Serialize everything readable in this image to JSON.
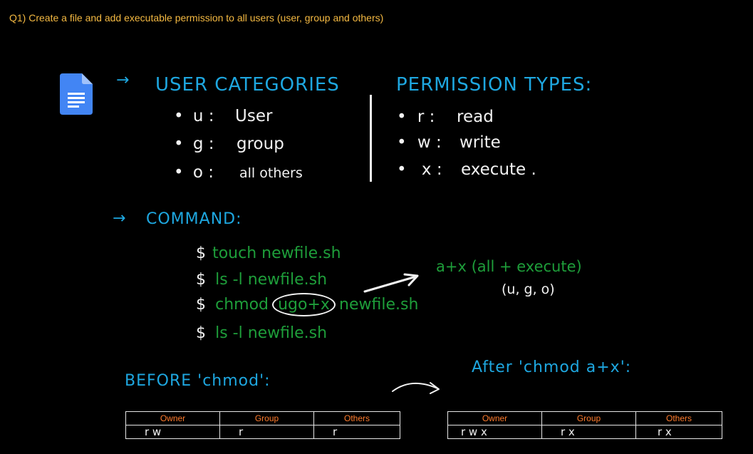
{
  "question": "Q1) Create a file and add executable permission to all users (user, group and others)",
  "icons": {
    "doc": "google-docs-icon",
    "arrow": "right-arrow-icon"
  },
  "colors": {
    "question": "#f4b942",
    "heading": "#1ea7e0",
    "command": "#1e9e3a",
    "table_header": "#ff7b2c"
  },
  "user_categories": {
    "arrow": "→",
    "heading": "USER CATEGORIES",
    "items": [
      {
        "bullet": "•",
        "key": "u :",
        "value": "User"
      },
      {
        "bullet": "•",
        "key": "g :",
        "value": "group"
      },
      {
        "bullet": "•",
        "key": "o :",
        "value": "all others"
      }
    ]
  },
  "permission_types": {
    "heading": "PERMISSION TYPES:",
    "items": [
      {
        "bullet": "•",
        "key": "r :",
        "value": "read"
      },
      {
        "bullet": "•",
        "key": "w :",
        "value": "write"
      },
      {
        "bullet": "•",
        "key": "x :",
        "value": "execute ."
      }
    ]
  },
  "command": {
    "arrow": "→",
    "heading": "COMMAND:",
    "lines": [
      {
        "prompt": "$",
        "pre": "touch newfile.sh",
        "highlight": "",
        "post": ""
      },
      {
        "prompt": "$",
        "pre": "ls -l newfile.sh",
        "highlight": "",
        "post": ""
      },
      {
        "prompt": "$",
        "pre": "chmod",
        "highlight": "ugo+x",
        "post": "newfile.sh"
      },
      {
        "prompt": "$",
        "pre": "ls -l newfile.sh",
        "highlight": "",
        "post": ""
      }
    ]
  },
  "note": {
    "main": "a+x (all + execute)",
    "sub": "(u, g, o)"
  },
  "before": {
    "label": "BEFORE 'chmod':",
    "table": {
      "headers": [
        "Owner",
        "Group",
        "Others"
      ],
      "values": [
        "r w",
        "r",
        "r"
      ]
    }
  },
  "after": {
    "label": "After 'chmod a+x':",
    "table": {
      "headers": [
        "Owner",
        "Group",
        "Others"
      ],
      "values": [
        "r w x",
        "r x",
        "r x"
      ]
    }
  }
}
